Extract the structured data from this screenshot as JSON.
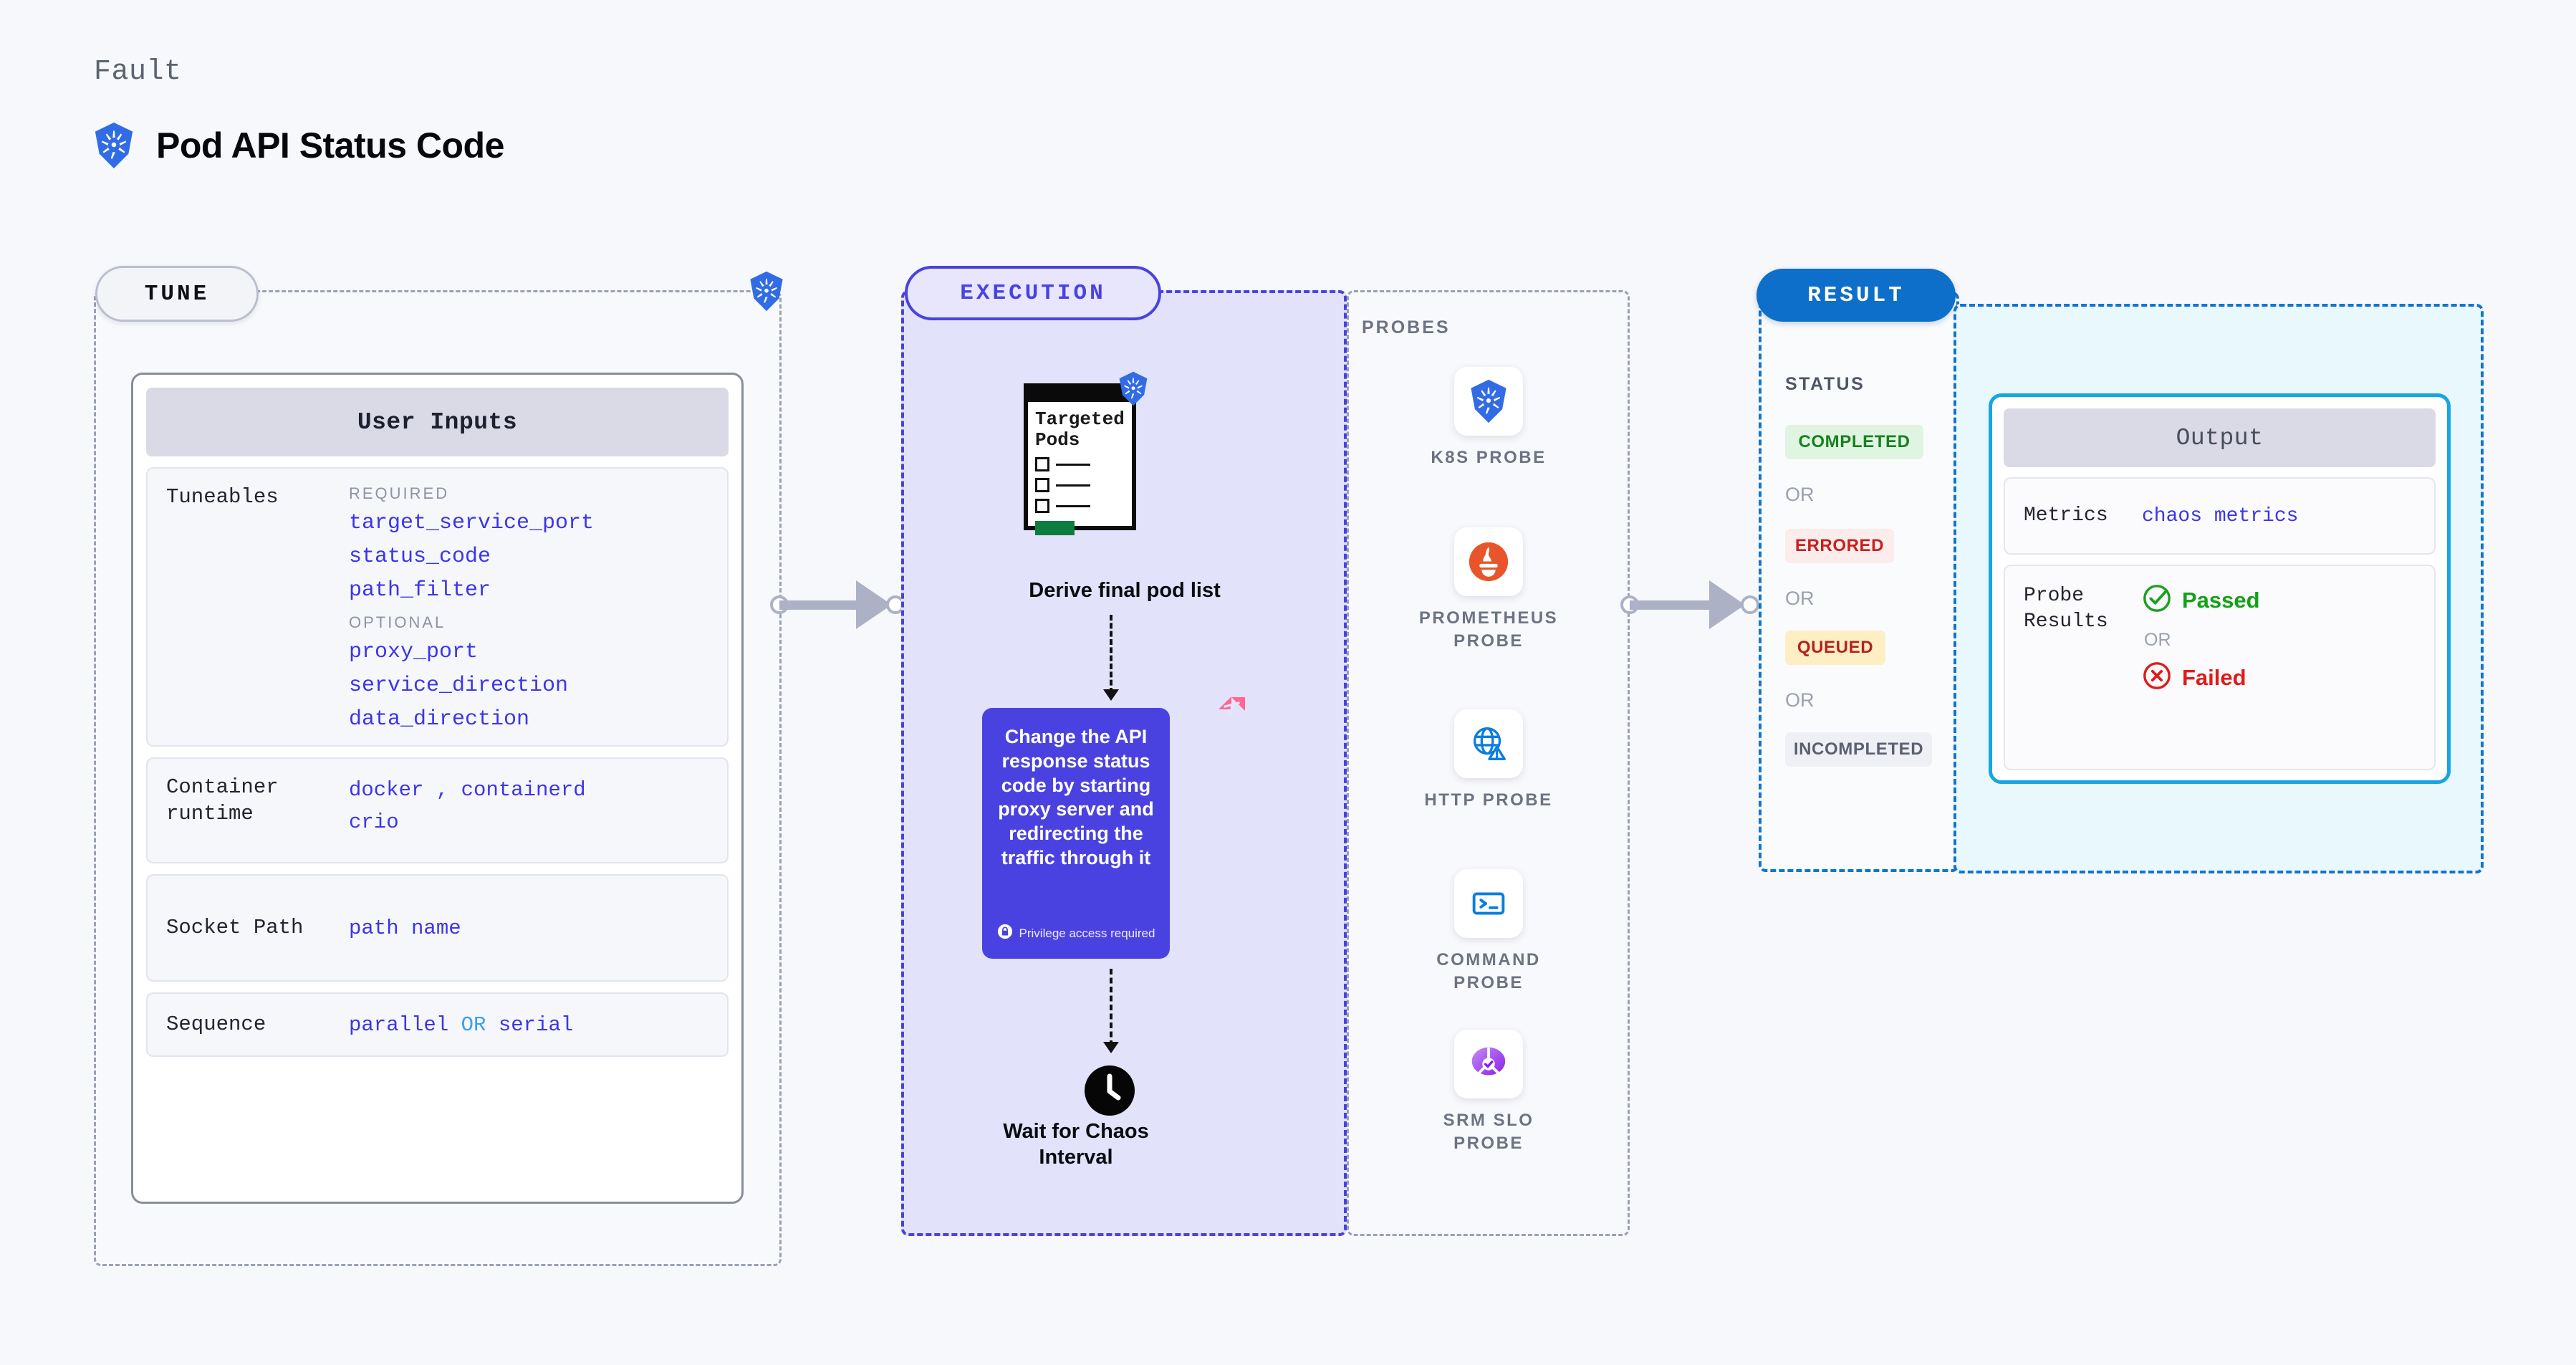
{
  "header": {
    "eyebrow": "Fault",
    "title": "Pod API Status Code",
    "icon": "kubernetes-icon"
  },
  "tune": {
    "pill_label": "TUNE",
    "border_badge_icon": "kubernetes-icon",
    "card": {
      "header": "User Inputs",
      "rows": [
        {
          "key": "Tuneables",
          "groups": [
            {
              "label": "REQUIRED",
              "items": [
                "target_service_port",
                "status_code",
                "path_filter"
              ]
            },
            {
              "label": "OPTIONAL",
              "items": [
                "proxy_port",
                "service_direction",
                "data_direction"
              ]
            }
          ]
        },
        {
          "key": "Container runtime",
          "value_line1_a": "docker",
          "value_line1_sep": ",",
          "value_line1_b": "containerd",
          "value_line2": "crio"
        },
        {
          "key": "Socket Path",
          "value": "path name"
        },
        {
          "key": "Sequence",
          "value_a": "parallel",
          "value_or": "OR",
          "value_b": "serial"
        }
      ]
    }
  },
  "execution": {
    "pill_label": "EXECUTION",
    "targeted_pods": {
      "title": "Targeted Pods",
      "badge_icon": "kubernetes-icon",
      "rows": 3
    },
    "derive_caption": "Derive final pod list",
    "action_card": {
      "text": "Change the API response status code by starting proxy server and redirecting the traffic through it",
      "privilege_note": "Privilege access required",
      "privilege_icon": "lock-icon",
      "corner_icon": "harness-logo-icon",
      "color": "#4a42e0"
    },
    "wait_caption": "Wait for Chaos Interval",
    "wait_icon": "clock-icon"
  },
  "probes": {
    "label": "PROBES",
    "items": [
      {
        "name": "K8S PROBE",
        "icon": "kubernetes-icon"
      },
      {
        "name": "PROMETHEUS PROBE",
        "icon": "prometheus-icon"
      },
      {
        "name": "HTTP PROBE",
        "icon": "globe-alert-icon"
      },
      {
        "name": "COMMAND PROBE",
        "icon": "terminal-icon"
      },
      {
        "name": "SRM SLO PROBE",
        "icon": "srm-slo-icon"
      }
    ]
  },
  "result": {
    "pill_label": "RESULT",
    "status_label": "STATUS",
    "or_text": "OR",
    "statuses": [
      {
        "label": "COMPLETED",
        "bg": "#dff5e1",
        "fg": "#18811f"
      },
      {
        "label": "ERRORED",
        "bg": "#fdecec",
        "fg": "#c7211d"
      },
      {
        "label": "QUEUED",
        "bg": "#fdeec4",
        "fg": "#b3231f"
      },
      {
        "label": "INCOMPLETED",
        "bg": "#eff0f5",
        "fg": "#5a6070"
      }
    ],
    "output": {
      "header": "Output",
      "metrics_key": "Metrics",
      "metrics_value": "chaos metrics",
      "probe_key": "Probe Results",
      "passed_label": "Passed",
      "passed_icon": "check-circle-icon",
      "failed_label": "Failed",
      "failed_icon": "x-circle-icon",
      "or_text": "OR"
    }
  },
  "colors": {
    "accent_indigo": "#4a42e0",
    "accent_blue": "#0d6fc9",
    "accent_cyan": "#16a6e0",
    "k8s_blue": "#326ce5",
    "harness_pink": "#ff6691"
  }
}
